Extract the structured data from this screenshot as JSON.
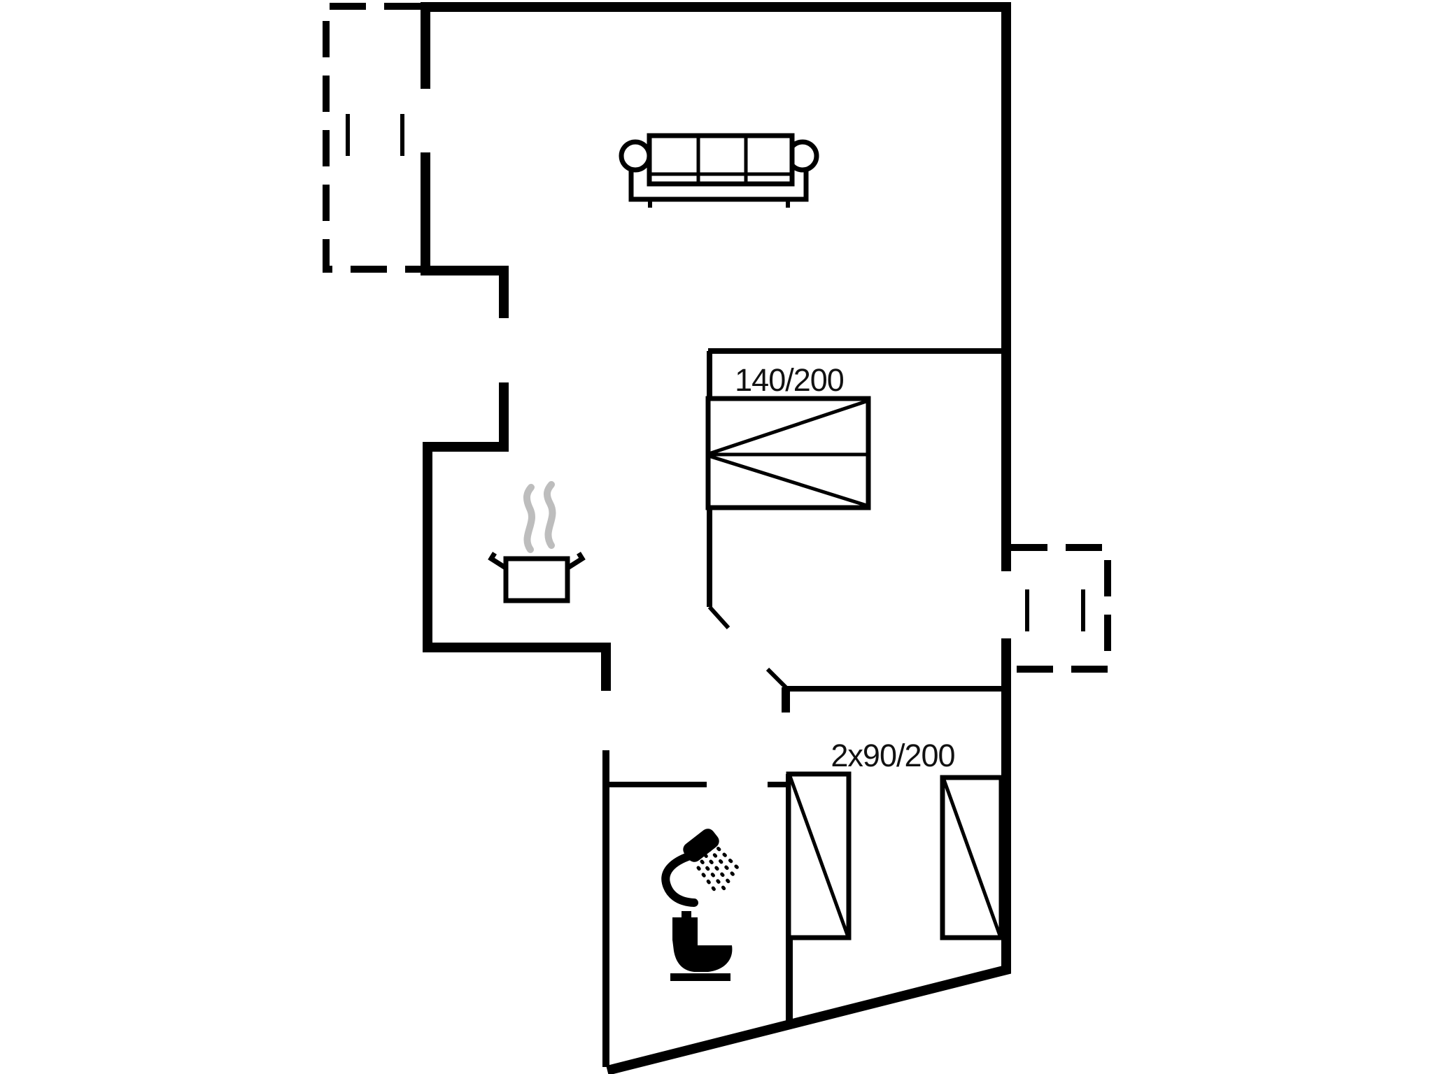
{
  "page": {
    "kind": "floor-plan drawing",
    "background": "#ffffff",
    "wall_color": "#000000",
    "steam_color": "#bdbdbd",
    "text_color": "#111111"
  },
  "rooms": {
    "bedroom_double": {
      "bed_label": "140/200"
    },
    "bedroom_twin": {
      "bed_label": "2x90/200"
    }
  },
  "icons": {
    "sofa": "sofa-icon",
    "cooking_pot": "cooking-pot-icon",
    "steam": "steam-icon",
    "shower": "shower-icon",
    "toilet": "toilet-icon",
    "double_bed": "double-bed-icon",
    "single_bed": "single-bed-icon",
    "door_swing": "door-swing-icon",
    "terrace": "terrace-dashed-outline",
    "window": "window-tick-icon"
  }
}
